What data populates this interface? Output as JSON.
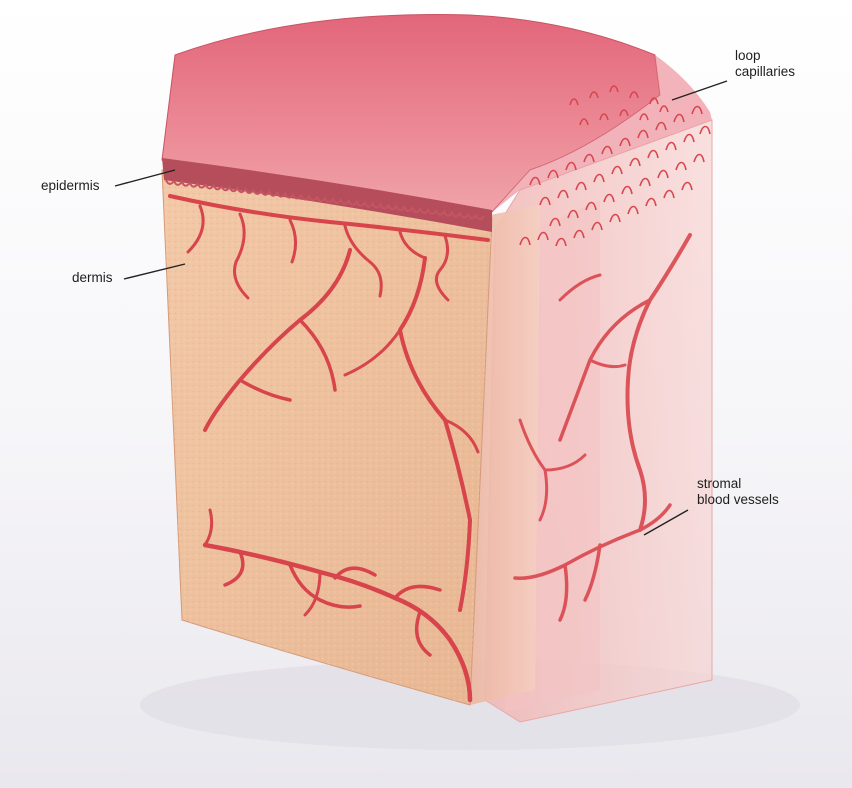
{
  "diagram": {
    "labels": {
      "epidermis": "epidermis",
      "dermis": "dermis",
      "loop_capillaries": [
        "loop",
        "capillaries"
      ],
      "stromal_blood_vessels": [
        "stromal",
        "blood vessels"
      ]
    },
    "colors": {
      "background": "#ffffff",
      "backdrop_shadow": "#ecebef",
      "dermis_front": "#f0c29e",
      "dermis_side": "#e9b79a",
      "epidermis": "#b24a58",
      "top_surface": "#e56f80",
      "transparent_section": "#f2b8b8",
      "vessel": "#d9474e",
      "leader_line": "#222222",
      "text": "#1e1e1e"
    }
  }
}
